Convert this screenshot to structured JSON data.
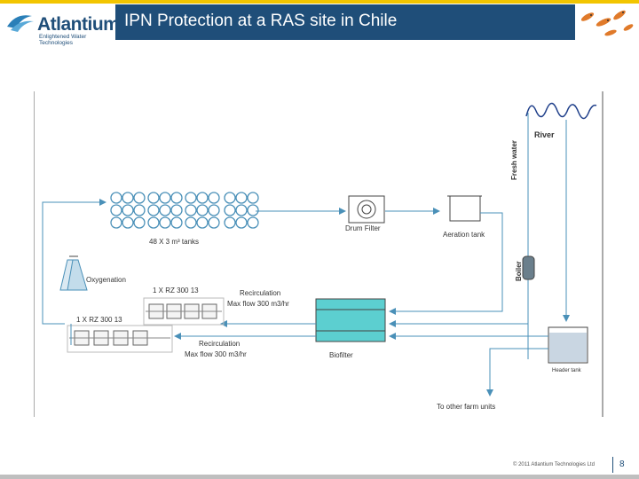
{
  "header": {
    "logo_word": "Atlantium",
    "logo_tagline": "Enlightened Water Technologies",
    "title": "IPN Protection at a RAS site in Chile"
  },
  "diagram": {
    "river": "River",
    "fresh_water": "Fresh water",
    "tanks": "48 X 3 m³ tanks",
    "drum_filter": "Drum Filter",
    "aeration_tank": "Aeration tank",
    "oxygenation": "Oxygenation",
    "boiler": "Boiler",
    "rz_upper": "1 X RZ 300 13",
    "rz_lower": "1 X RZ 300 13",
    "recirc_upper_1": "Recirculation",
    "recirc_upper_2": "Max flow 300 m3/hr",
    "recirc_lower_1": "Recirculation",
    "recirc_lower_2": "Max flow 300 m3/hr",
    "biofilter": "Biofilter",
    "header_tank": "Header tank",
    "other_units": "To other farm units"
  },
  "footer": {
    "copyright": "© 2011 Atlantium Technologies Ltd",
    "page": "8"
  },
  "colors": {
    "brand_blue": "#1f4e79",
    "accent_yellow": "#f2c500",
    "flow_line": "#4a90b8",
    "biofilter_fill": "#5ccfd0"
  }
}
